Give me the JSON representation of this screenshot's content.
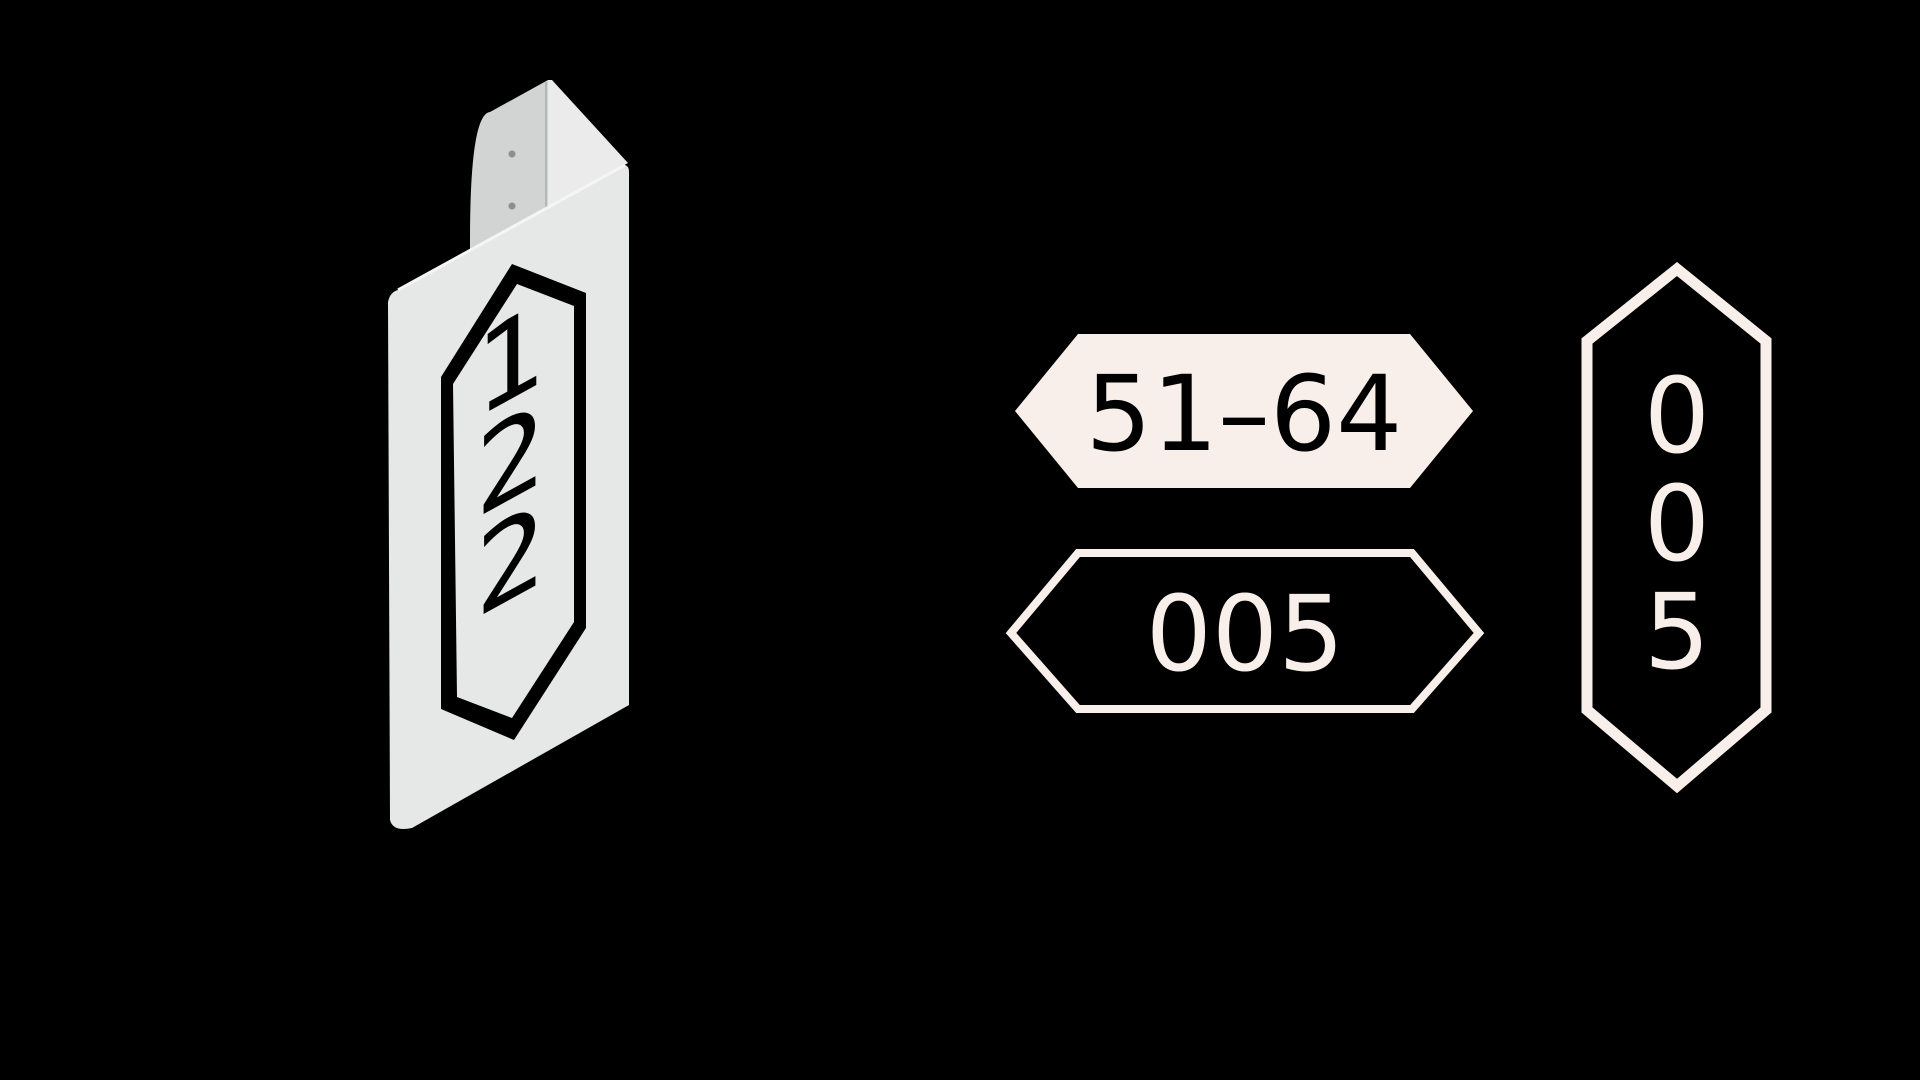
{
  "colors": {
    "background": "#000000",
    "sign_panel": "#e6e8e7",
    "sign_ink": "#000000",
    "plate_fill_light": "#f8efeb",
    "plate_outline": "#f8efeb",
    "plate_text_light": "#f8efeb",
    "plate_text_dark": "#000000"
  },
  "blade_sign": {
    "digits": [
      "1",
      "2",
      "2"
    ]
  },
  "range_plate": {
    "label": "51–64"
  },
  "number_plate_horizontal": {
    "label": "005"
  },
  "number_plate_vertical": {
    "digits": [
      "0",
      "0",
      "5"
    ]
  }
}
